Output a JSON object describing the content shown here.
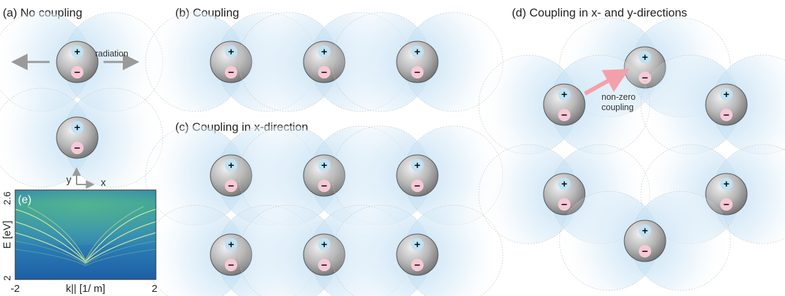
{
  "panels": {
    "a": {
      "title": "(a) No coupling",
      "radiation": "radiation",
      "axis_y": "y",
      "axis_x": "x"
    },
    "b": {
      "title": "(b) Coupling"
    },
    "c": {
      "title": "(c) Coupling in x-direction"
    },
    "d": {
      "title": "(d) Coupling in x- and y-directions",
      "note_line1": "non-zero",
      "note_line2": "coupling"
    },
    "e": {
      "label": "(e)",
      "ylabel": "E [eV]",
      "xlabel": "k|| [1/ m]",
      "xticks": [
        "-2",
        "2"
      ],
      "yticks": [
        "2.6",
        "2"
      ]
    }
  },
  "symbols": {
    "plus": "+",
    "minus": "−"
  },
  "colors": {
    "lobe": "#cfe6f5",
    "sphere": "#b8b8b8",
    "plus_dot": "#bfe2f5",
    "minus_dot": "#f7c9d6",
    "arrow_gray": "#9a9a9a",
    "arrow_pink": "#f4a0aa"
  }
}
